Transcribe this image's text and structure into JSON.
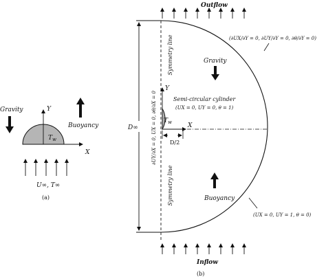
{
  "panel_a": {
    "gravity": "Gravity",
    "buoyancy": "Buoyancy",
    "y_axis": "Y",
    "x_axis": "X",
    "wall_temp": "T",
    "wall_temp_sub": "w",
    "inlet": "U∞, T∞",
    "caption": "(a)"
  },
  "panel_b": {
    "outflow": "Outflow",
    "inflow": "Inflow",
    "gravity": "Gravity",
    "buoyancy": "Buoyancy",
    "symmetry_top": "Symmetry line",
    "symmetry_bottom": "Symmetry line",
    "cylinder_label": "Semi-circular cylinder",
    "cylinder_bc": "(UX = 0, UY = 0, θ = 1)",
    "wall_temp": "T",
    "wall_temp_sub": "w",
    "y_axis": "Y",
    "x_axis": "X",
    "radius": "D/2",
    "domain": "D∞",
    "outflow_bc": "(∂UX/∂Y = 0, ∂UY/∂Y = 0, ∂θ/∂Y = 0)",
    "inflow_bc": "(UX = 0, UY = 1, θ = 0)",
    "symmetry_bc": "∂UY/∂X = 0, UX = 0, ∂θ/∂X = 0",
    "caption": "(b)"
  },
  "colors": {
    "cylinder_fill": "#b5b5b5",
    "line": "#111111"
  }
}
